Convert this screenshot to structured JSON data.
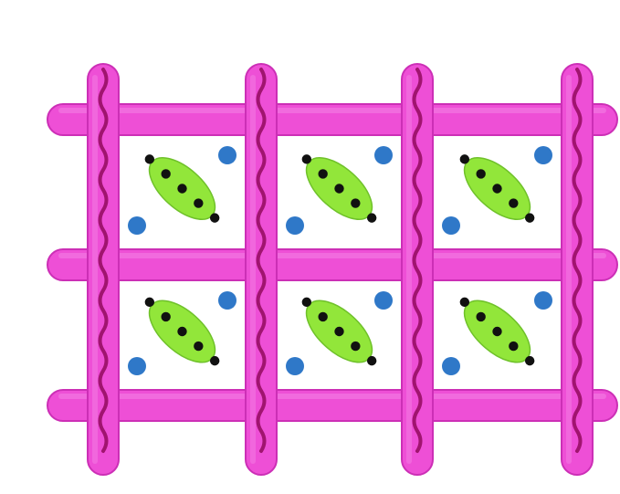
{
  "diagram": {
    "grid": {
      "rows": 2,
      "columns": 3
    },
    "colors": {
      "background": "#ffffff",
      "cell": "#ffffff",
      "bar": "#ee4fd6",
      "bar_edge": "#cc2fb6",
      "bar_highlight": "#f47fe3",
      "wave": "#a0146f",
      "leaf": "#92e63a",
      "leaf_edge": "#6fc12a",
      "leaf_dot": "#111111",
      "blue_dot": "#2f78c8"
    },
    "cell_contents": {
      "leaf_shape": "green-oval",
      "dots_along_leaf": 5,
      "blue_dots_per_cell": 2
    }
  }
}
